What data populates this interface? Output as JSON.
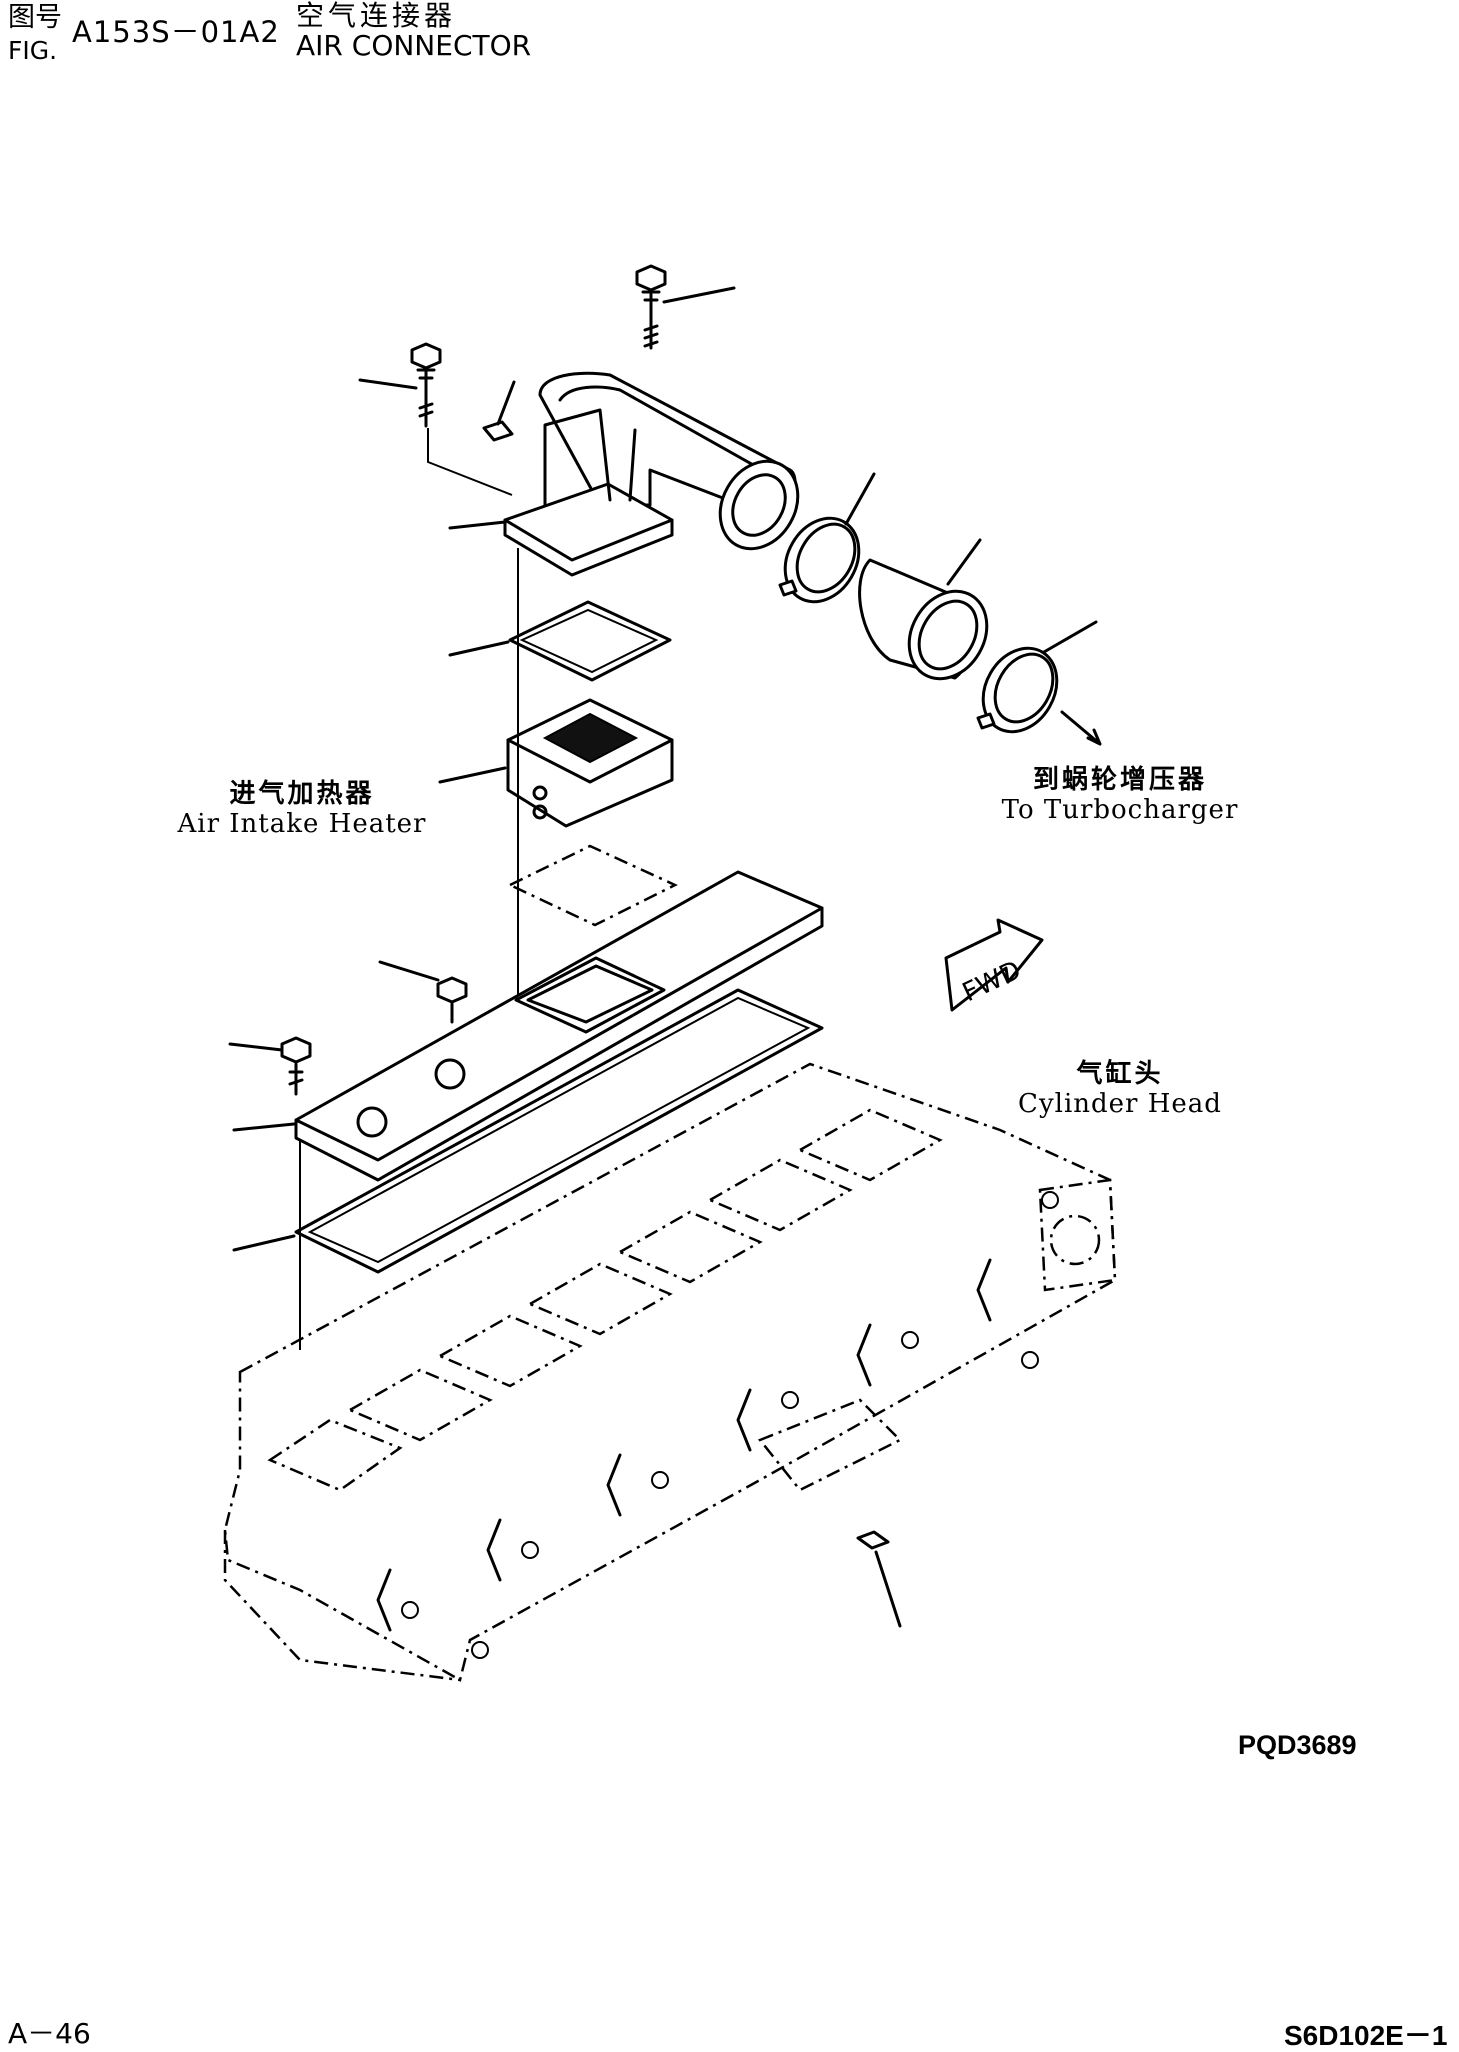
{
  "header": {
    "fig_cn": "图号",
    "fig_en": "FIG.",
    "fig_code": "A153S－01A2",
    "title_cn": "空气连接器",
    "title_en": "AIR CONNECTOR"
  },
  "labels": {
    "heater_cn": "进气加热器",
    "heater_en": "Air Intake Heater",
    "turbo_cn": "到蜗轮增压器",
    "turbo_en": "To Turbocharger",
    "fwd": "FWD",
    "head_cn": "气缸头",
    "head_en": "Cylinder Head"
  },
  "footer": {
    "drawing_code": "PQD3689",
    "page": "A－46",
    "model": "S6D102E－1"
  },
  "icons": [
    "fwd-arrow-icon"
  ]
}
